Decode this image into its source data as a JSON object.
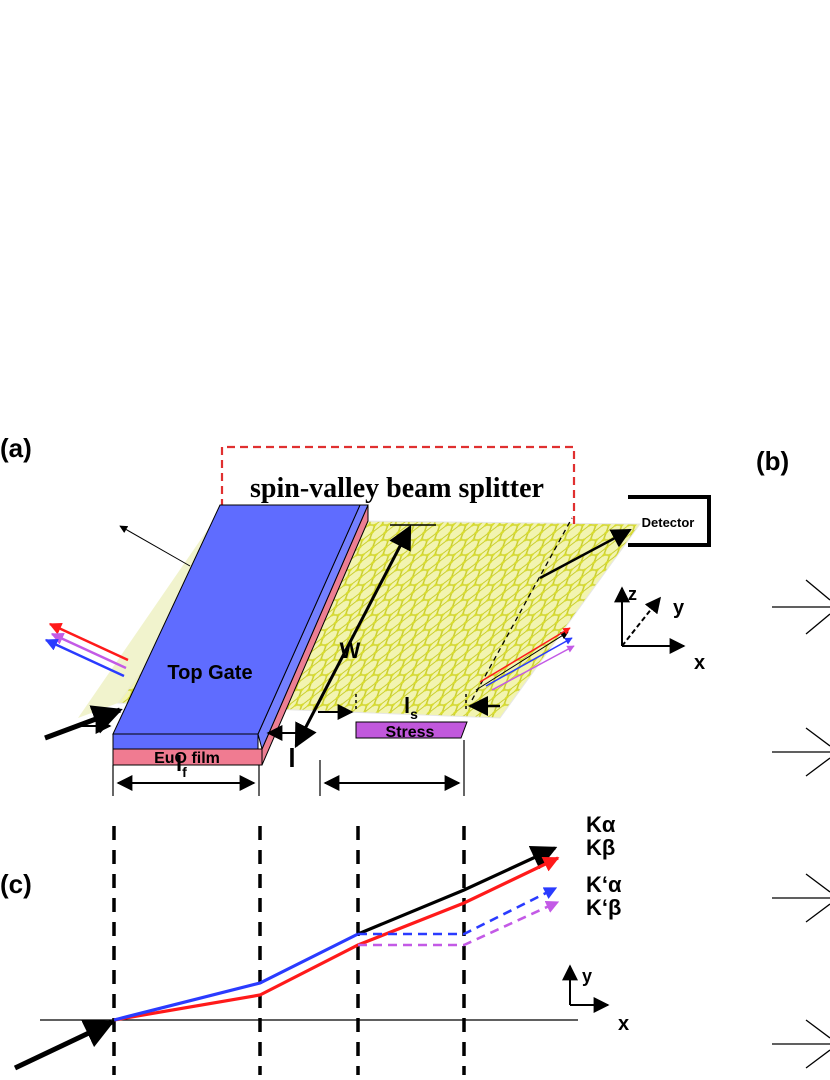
{
  "panels": {
    "a": {
      "label": "(a)"
    },
    "b": {
      "label": "(b)"
    },
    "c": {
      "label": "(c)"
    }
  },
  "device": {
    "splitter_title": "spin-valley beam splitter",
    "detector_label": "Detector",
    "top_gate_label": "Top Gate",
    "film_label": "EuO film",
    "stress_label": "Stress",
    "width_label": "W",
    "gap_label": "l",
    "film_length_label": "l",
    "film_length_subscript": "f",
    "stress_length_label": "l",
    "stress_length_subscript": "s",
    "axes": {
      "x": "x",
      "y": "y",
      "z": "z"
    },
    "colors": {
      "gate": "#5f6cff",
      "film": "#f07b91",
      "stress": "#c158dc",
      "graphene": "#e4e84a",
      "splitter_box": "#e03030"
    }
  },
  "trajectory": {
    "axes": {
      "x": "x",
      "y": "y"
    },
    "beams": [
      {
        "label": "Kα",
        "color": "#000000"
      },
      {
        "label": "Kβ",
        "color": "#ff1a1a"
      },
      {
        "label": "K‘α",
        "color": "#2a3bff"
      },
      {
        "label": "K‘β",
        "color": "#c35ae6"
      }
    ]
  }
}
